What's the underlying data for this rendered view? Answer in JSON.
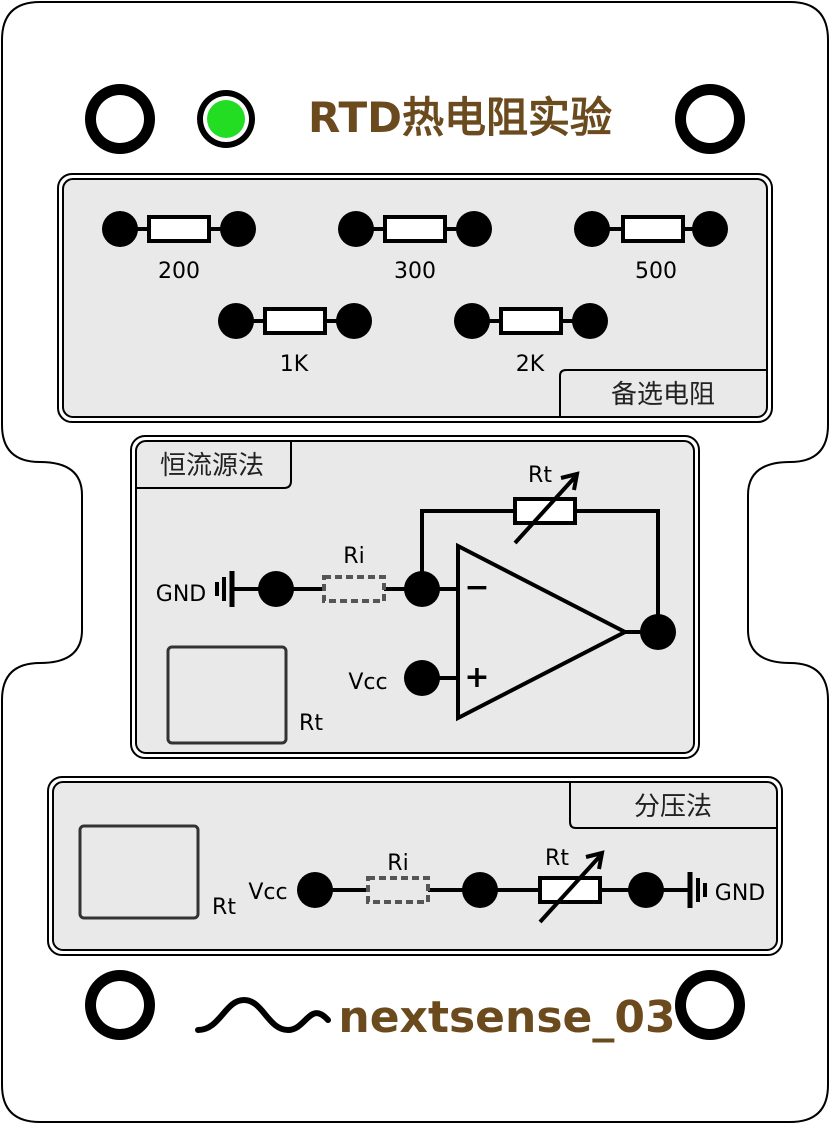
{
  "title": "RTD热电阻实验",
  "brand": "nextsense_03",
  "colors": {
    "brand": "#6b4a1e",
    "led": "#22dd22",
    "panel": "#e9e9e9",
    "ink": "#000000",
    "dashed_resistor": "#555555"
  },
  "icons": {
    "wave": "sine-wave-icon",
    "led": "power-led-icon"
  },
  "resistor_bank": {
    "label": "备选电阻",
    "resistors": [
      "200",
      "300",
      "500",
      "1K",
      "2K"
    ]
  },
  "constant_current": {
    "label": "恒流源法",
    "gnd": "GND",
    "ri": "Ri",
    "rt_feedback": "Rt",
    "vcc": "Vcc",
    "minus": "−",
    "plus": "+",
    "socket_label": "Rt"
  },
  "divider": {
    "label": "分压法",
    "vcc": "Vcc",
    "ri": "Ri",
    "rt": "Rt",
    "gnd": "GND",
    "socket_label": "Rt"
  }
}
